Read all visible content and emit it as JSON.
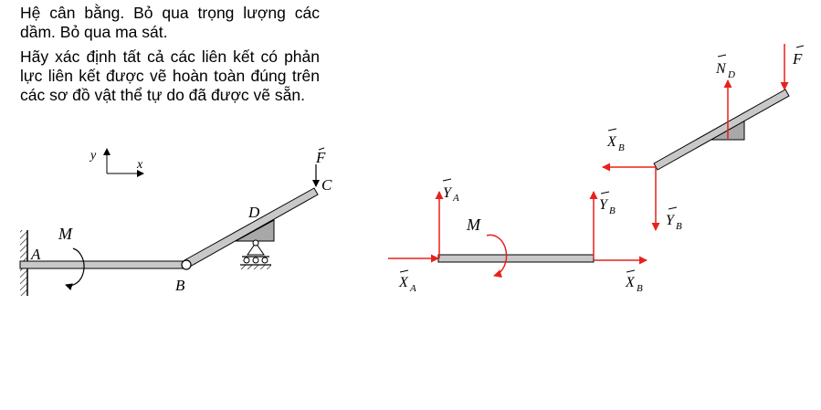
{
  "problem": {
    "line1": "Hệ cân bằng. Bỏ qua trọng lượng các dầm. Bỏ qua ma sát.",
    "line2": "Hãy xác định tất cả các liên kết có phản lực liên kết được vẽ hoàn toàn đúng trên các sơ đồ vật thể tự do đã được vẽ sẵn."
  },
  "system": {
    "axis_y": "y",
    "axis_x": "x",
    "point_A": "A",
    "point_B": "B",
    "point_C": "C",
    "point_D": "D",
    "moment": "M",
    "force": "F"
  },
  "fbd": {
    "YA": "Y",
    "YA_sub": "A",
    "XA": "X",
    "XA_sub": "A",
    "M": "M",
    "YB_right": "Y",
    "YB_right_sub": "B",
    "XB_right": "X",
    "XB_right_sub": "B",
    "XB_left": "X",
    "XB_left_sub": "B",
    "YB_down": "Y",
    "YB_down_sub": "B",
    "ND": "N",
    "ND_sub": "D",
    "F": "F"
  },
  "colors": {
    "reaction": "#e8211c",
    "beam": "#c8c8c8",
    "outline": "#000000"
  }
}
